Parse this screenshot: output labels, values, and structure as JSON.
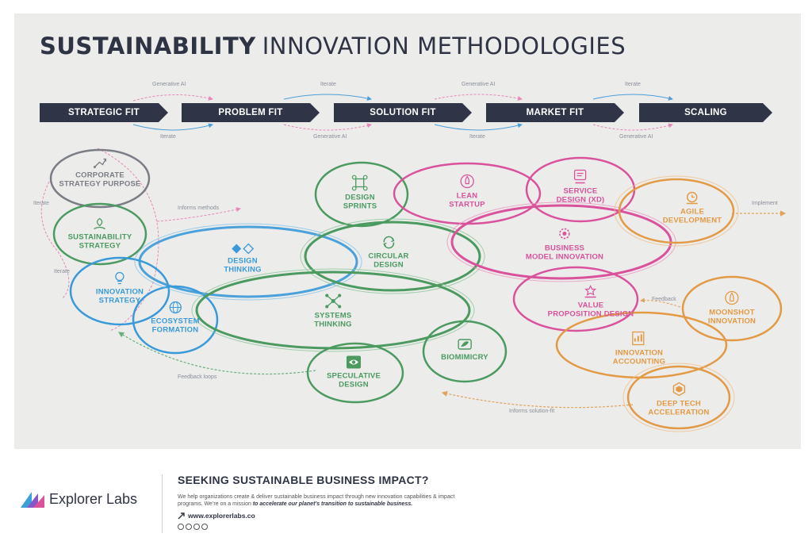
{
  "title": {
    "bold": "SUSTAINABILITY",
    "light": "INNOVATION METHODOLOGIES"
  },
  "stages": [
    {
      "label": "STRATEGIC FIT"
    },
    {
      "label": "PROBLEM FIT"
    },
    {
      "label": "SOLUTION FIT"
    },
    {
      "label": "MARKET FIT"
    },
    {
      "label": "SCALING"
    }
  ],
  "connector_labels": {
    "generative_ai_1": "Generative AI",
    "iterate_1": "Iterate",
    "iterate_2": "Iterate",
    "generative_ai_2": "Generative AI",
    "iterate_3": "Iterate",
    "generative_ai_3": "Generative AI",
    "iterate_4": "Iterate",
    "generative_ai_4": "Generative AI",
    "iterate_side_1": "Iterate",
    "iterate_side_2": "Iterate",
    "informs_methods": "Informs methods",
    "implement": "Implement",
    "feedback": "Feedback",
    "feedback_loops": "Feedback loops",
    "informs_solution_fit": "Informs solution-fit"
  },
  "methods": {
    "corporate_strategy": "CORPORATE\nSTRATEGY PURPOSE",
    "sustainability_strategy": "SUSTAINABILITY\nSTRATEGY",
    "innovation_strategy": "INNOVATION\nSTRATEGY",
    "ecosystem_formation": "ECOSYSTEM\nFORMATION",
    "design_thinking": "DESIGN\nTHINKING",
    "design_sprints": "DESIGN\nSPRINTS",
    "circular_design": "CIRCULAR\nDESIGN",
    "systems_thinking": "SYSTEMS\nTHINKING",
    "speculative_design": "SPECULATIVE\nDESIGN",
    "biomimicry": "BIOMIMICRY",
    "lean_startup": "LEAN\nSTARTUP",
    "service_design": "SERVICE\nDESIGN (XD)",
    "business_model_innovation": "BUSINESS\nMODEL INNOVATION",
    "value_proposition_design": "VALUE\nPROPOSITION DESIGN",
    "agile_development": "AGILE\nDEVELOPMENT",
    "moonshot_innovation": "MOONSHOT\nINNOVATION",
    "innovation_accounting": "INNOVATION\nACCOUNTING",
    "deep_tech_acceleration": "DEEP TECH\nACCELERATION"
  },
  "colors": {
    "navy": "#2f3546",
    "gray": "#7b7d85",
    "green": "#4b9a5f",
    "blue": "#3a9ad9",
    "pink": "#d9529b",
    "orange": "#e29a45"
  },
  "footer": {
    "logo_text": "Explorer Labs",
    "heading": "SEEKING SUSTAINABLE BUSINESS IMPACT?",
    "body": "We help organizations create & deliver sustainable business impact through new innovation capabilities & impact programs. We’re on a mission",
    "body_emphasis": "to accelerate our planet’s transition to sustainable business.",
    "link": "www.explorerlabs.co"
  }
}
